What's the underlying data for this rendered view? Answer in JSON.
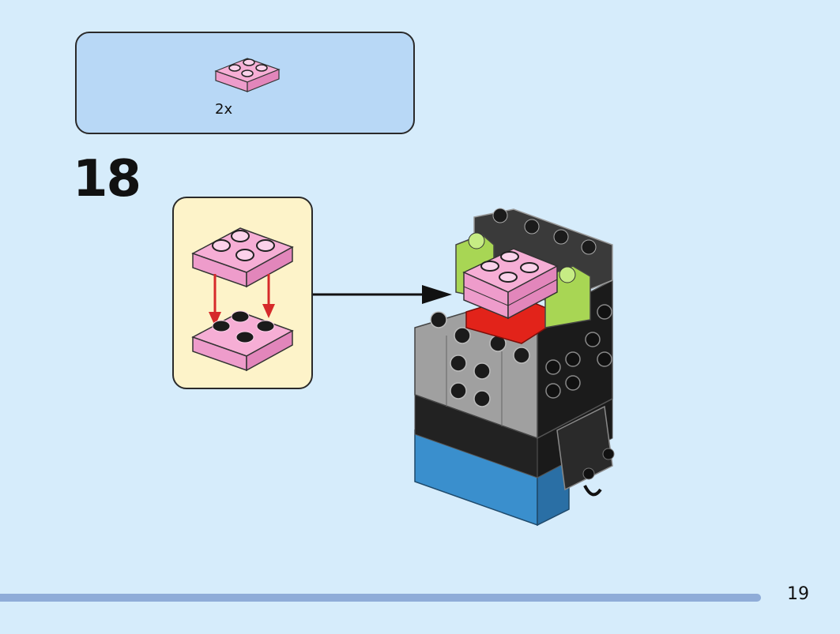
{
  "parts": {
    "items": [
      {
        "part": "pink-2x2-plate-icon",
        "quantity": "2x",
        "color": "#f6aed5"
      }
    ]
  },
  "step": {
    "number": "18"
  },
  "callout": {
    "description_icon": "stacked-pink-plates-icon",
    "arrow_color": "#d62a2a"
  },
  "colors": {
    "pink": "#f6aed5",
    "lime": "#a8d654",
    "red": "#e2231a",
    "dark_gray": "#3a3a3a",
    "light_gray": "#a0a0a0",
    "black": "#1b1b1b",
    "blue": "#3a8fcd"
  },
  "page": {
    "number": "19"
  }
}
